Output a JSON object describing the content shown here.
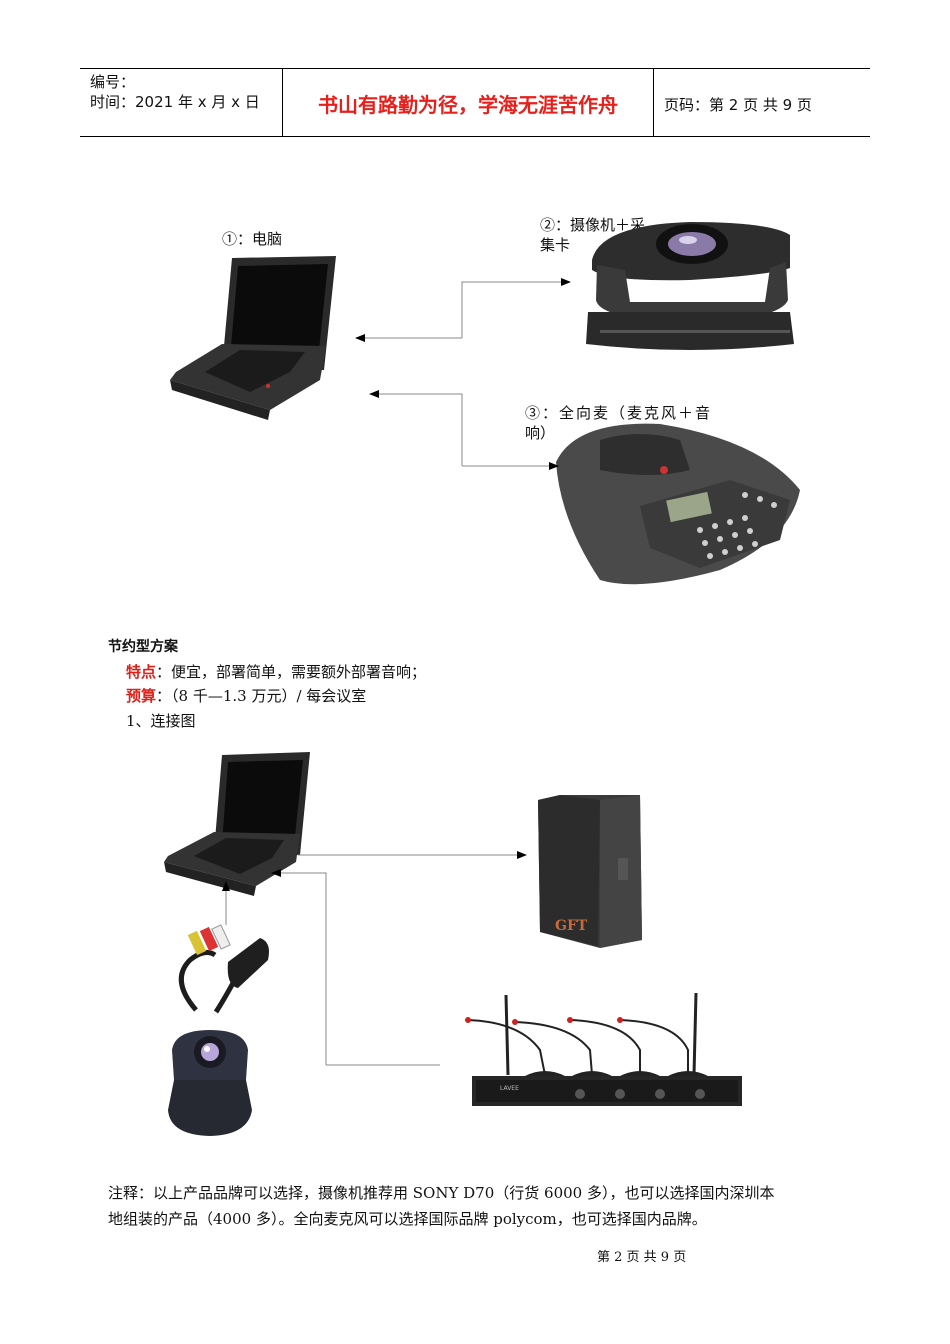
{
  "header": {
    "number_label": "编号：",
    "time_label": "时间：2021 年 x 月 x 日",
    "motto": "书山有路勤为径，学海无涯苦作舟",
    "page_info": "页码：第 2 页  共 9 页"
  },
  "diagram1": {
    "label_computer": "①：电脑",
    "label_camera_line1": "②：摄像机＋采",
    "label_camera_line2": "集卡",
    "label_mic_line1": "③：全向麦（麦克风＋音",
    "label_mic_line2": "响）"
  },
  "section": {
    "title": "节约型方案",
    "feature_key": "特点",
    "feature_text": "：便宜，部署简单，需要额外部署音响；",
    "budget_key": "预算",
    "budget_text": "：（8 千—1.3 万元）/ 每会议室",
    "step1": "1、连接图"
  },
  "diagram2": {
    "speaker_brand": "GFT",
    "mic_brand": "LAVEE"
  },
  "note": {
    "line1": "注释：以上产品品牌可以选择，摄像机推荐用 SONY  D70（行货 6000 多），也可以选择国内深圳本",
    "line2": "地组装的产品（4000 多）。全向麦克风可以选择国际品牌 polycom，也可选择国内品牌。"
  },
  "footer": {
    "page": "第  2  页  共  9  页"
  }
}
